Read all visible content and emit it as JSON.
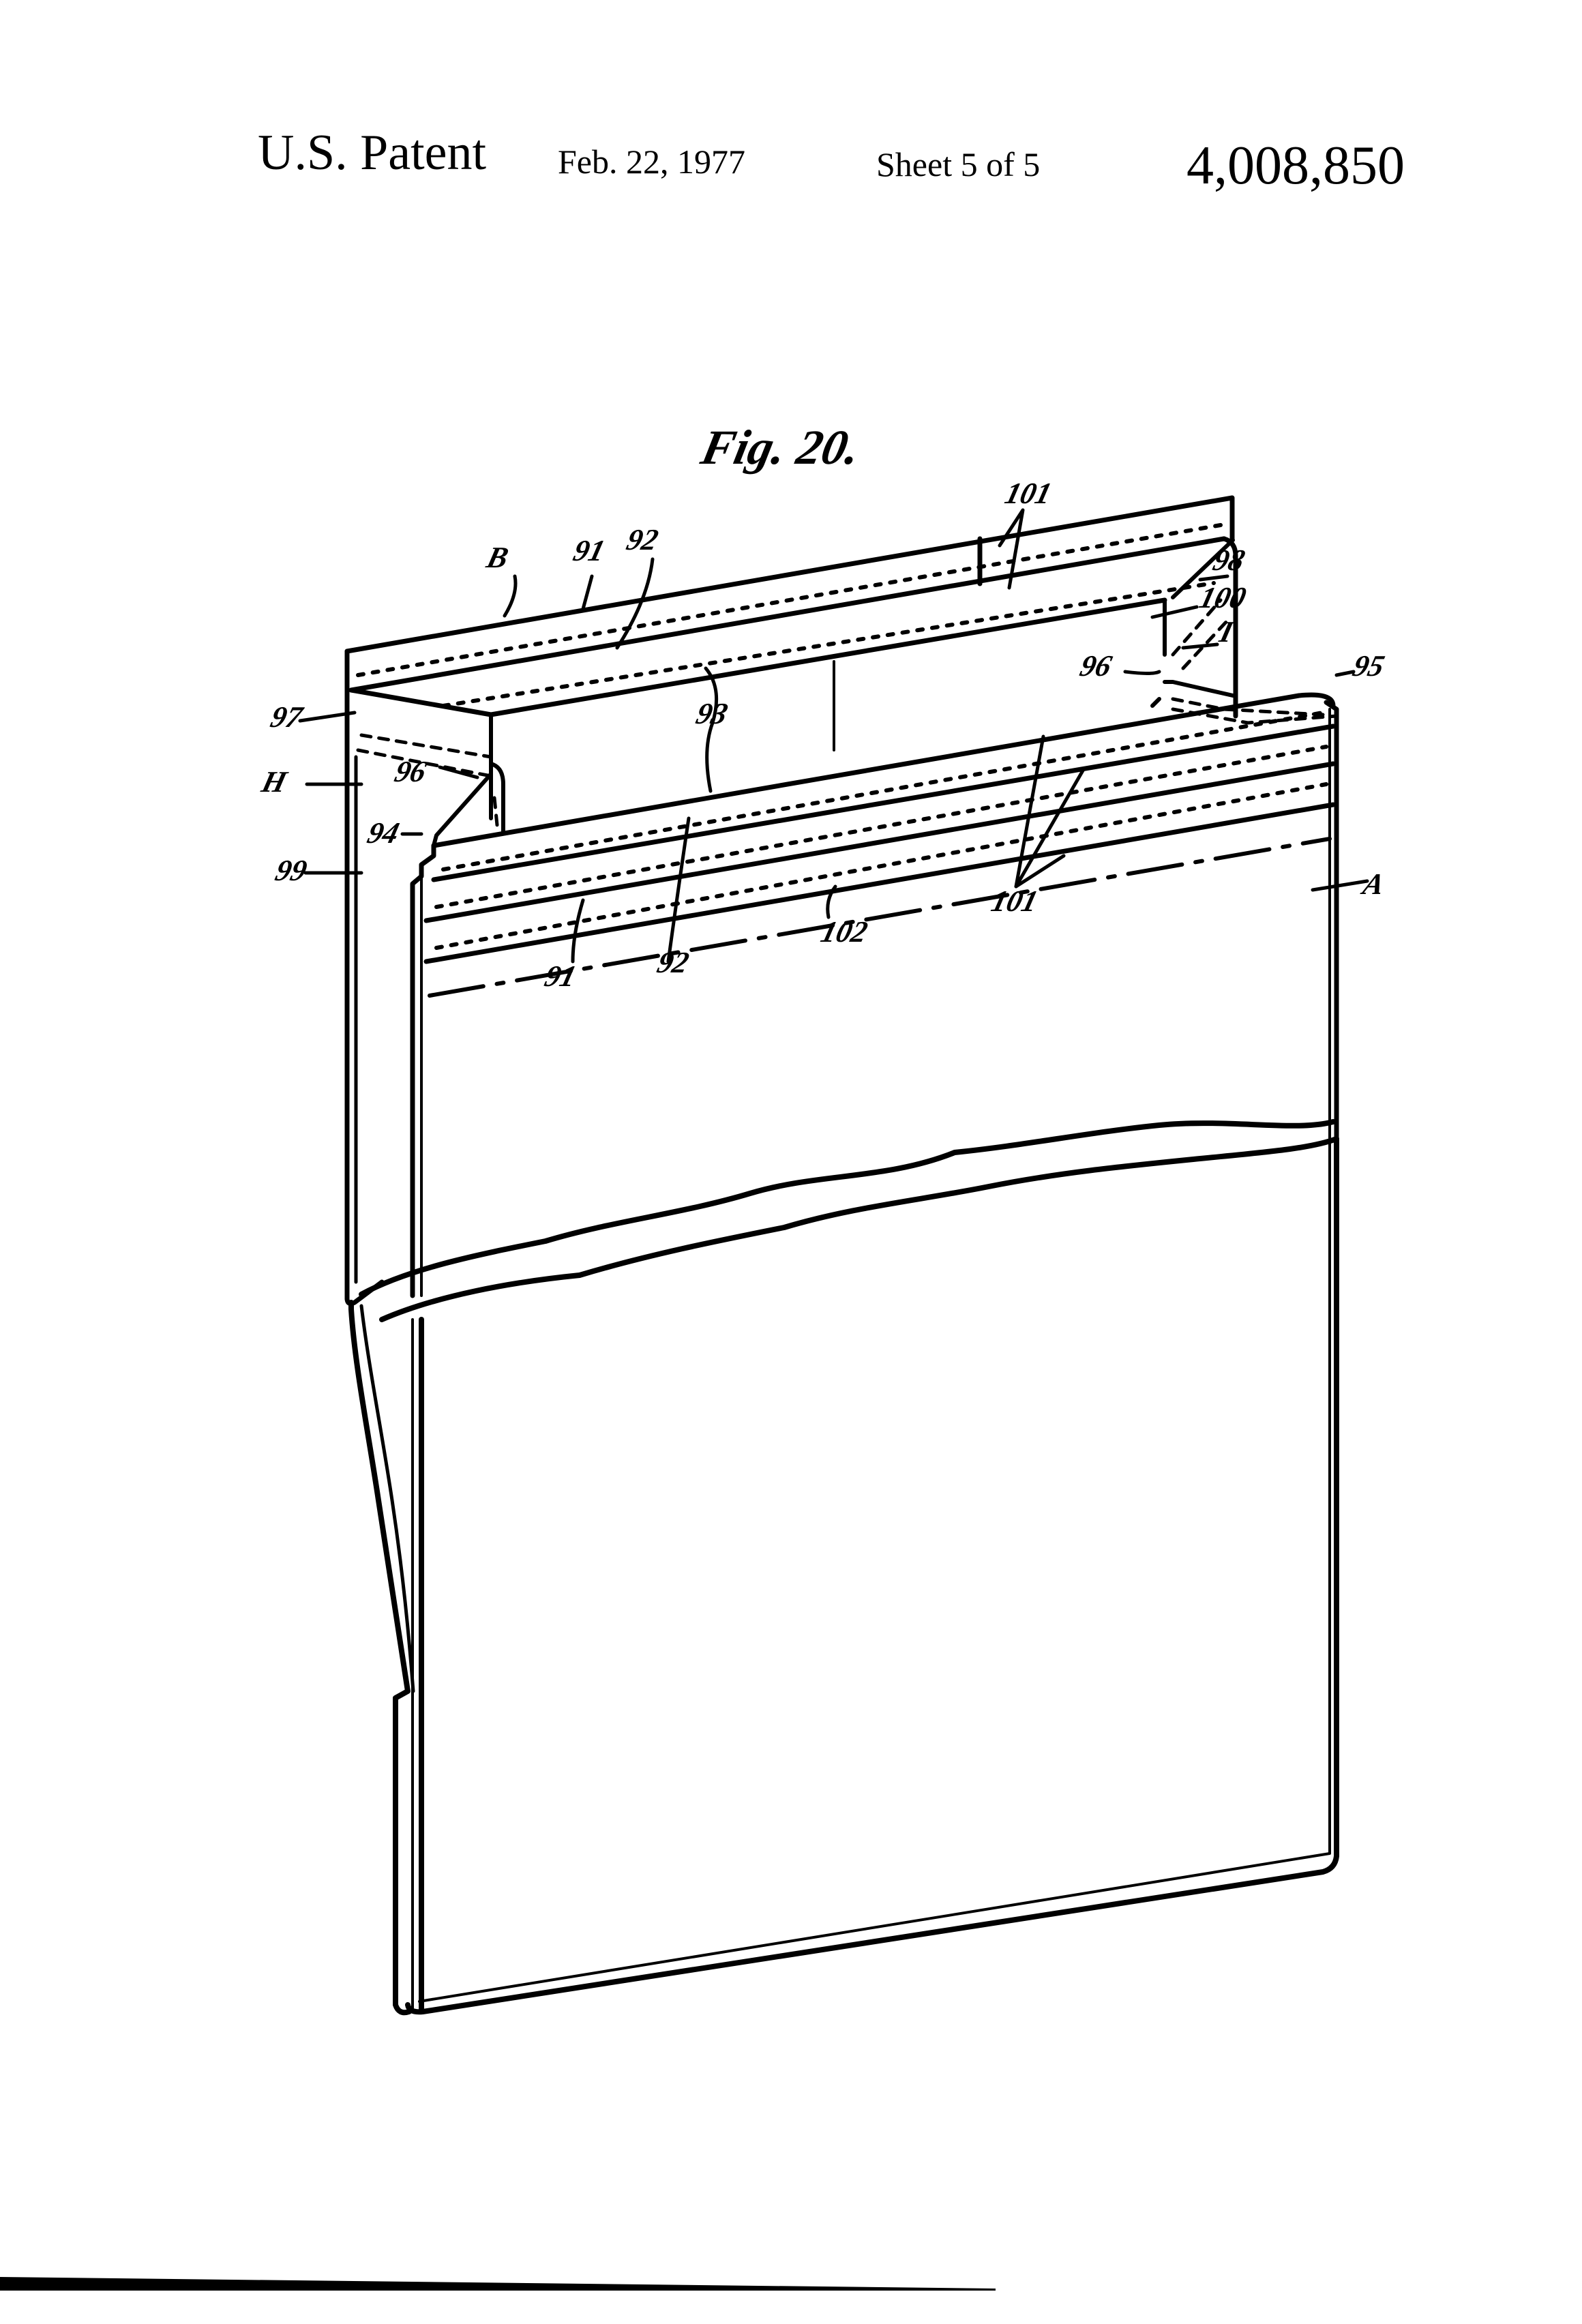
{
  "header": {
    "publication": "U.S. Patent",
    "date": "Feb. 22, 1977",
    "sheet": "Sheet 5 of 5",
    "patent_number": "4,008,850"
  },
  "figure": {
    "title": "Fig. 20.",
    "labels": {
      "B": "B",
      "n91_top": "91",
      "n92_top": "92",
      "n101_top": "101",
      "n98": "98",
      "n100": "100",
      "I": "I",
      "n96_right": "96",
      "n95": "95",
      "n97": "97",
      "n93": "93",
      "H": "H",
      "n96_left": "96",
      "n94": "94",
      "n99": "99",
      "A": "A",
      "n101_bottom": "101",
      "n102": "102",
      "n91_bottom": "91",
      "n92_bottom": "92"
    }
  }
}
